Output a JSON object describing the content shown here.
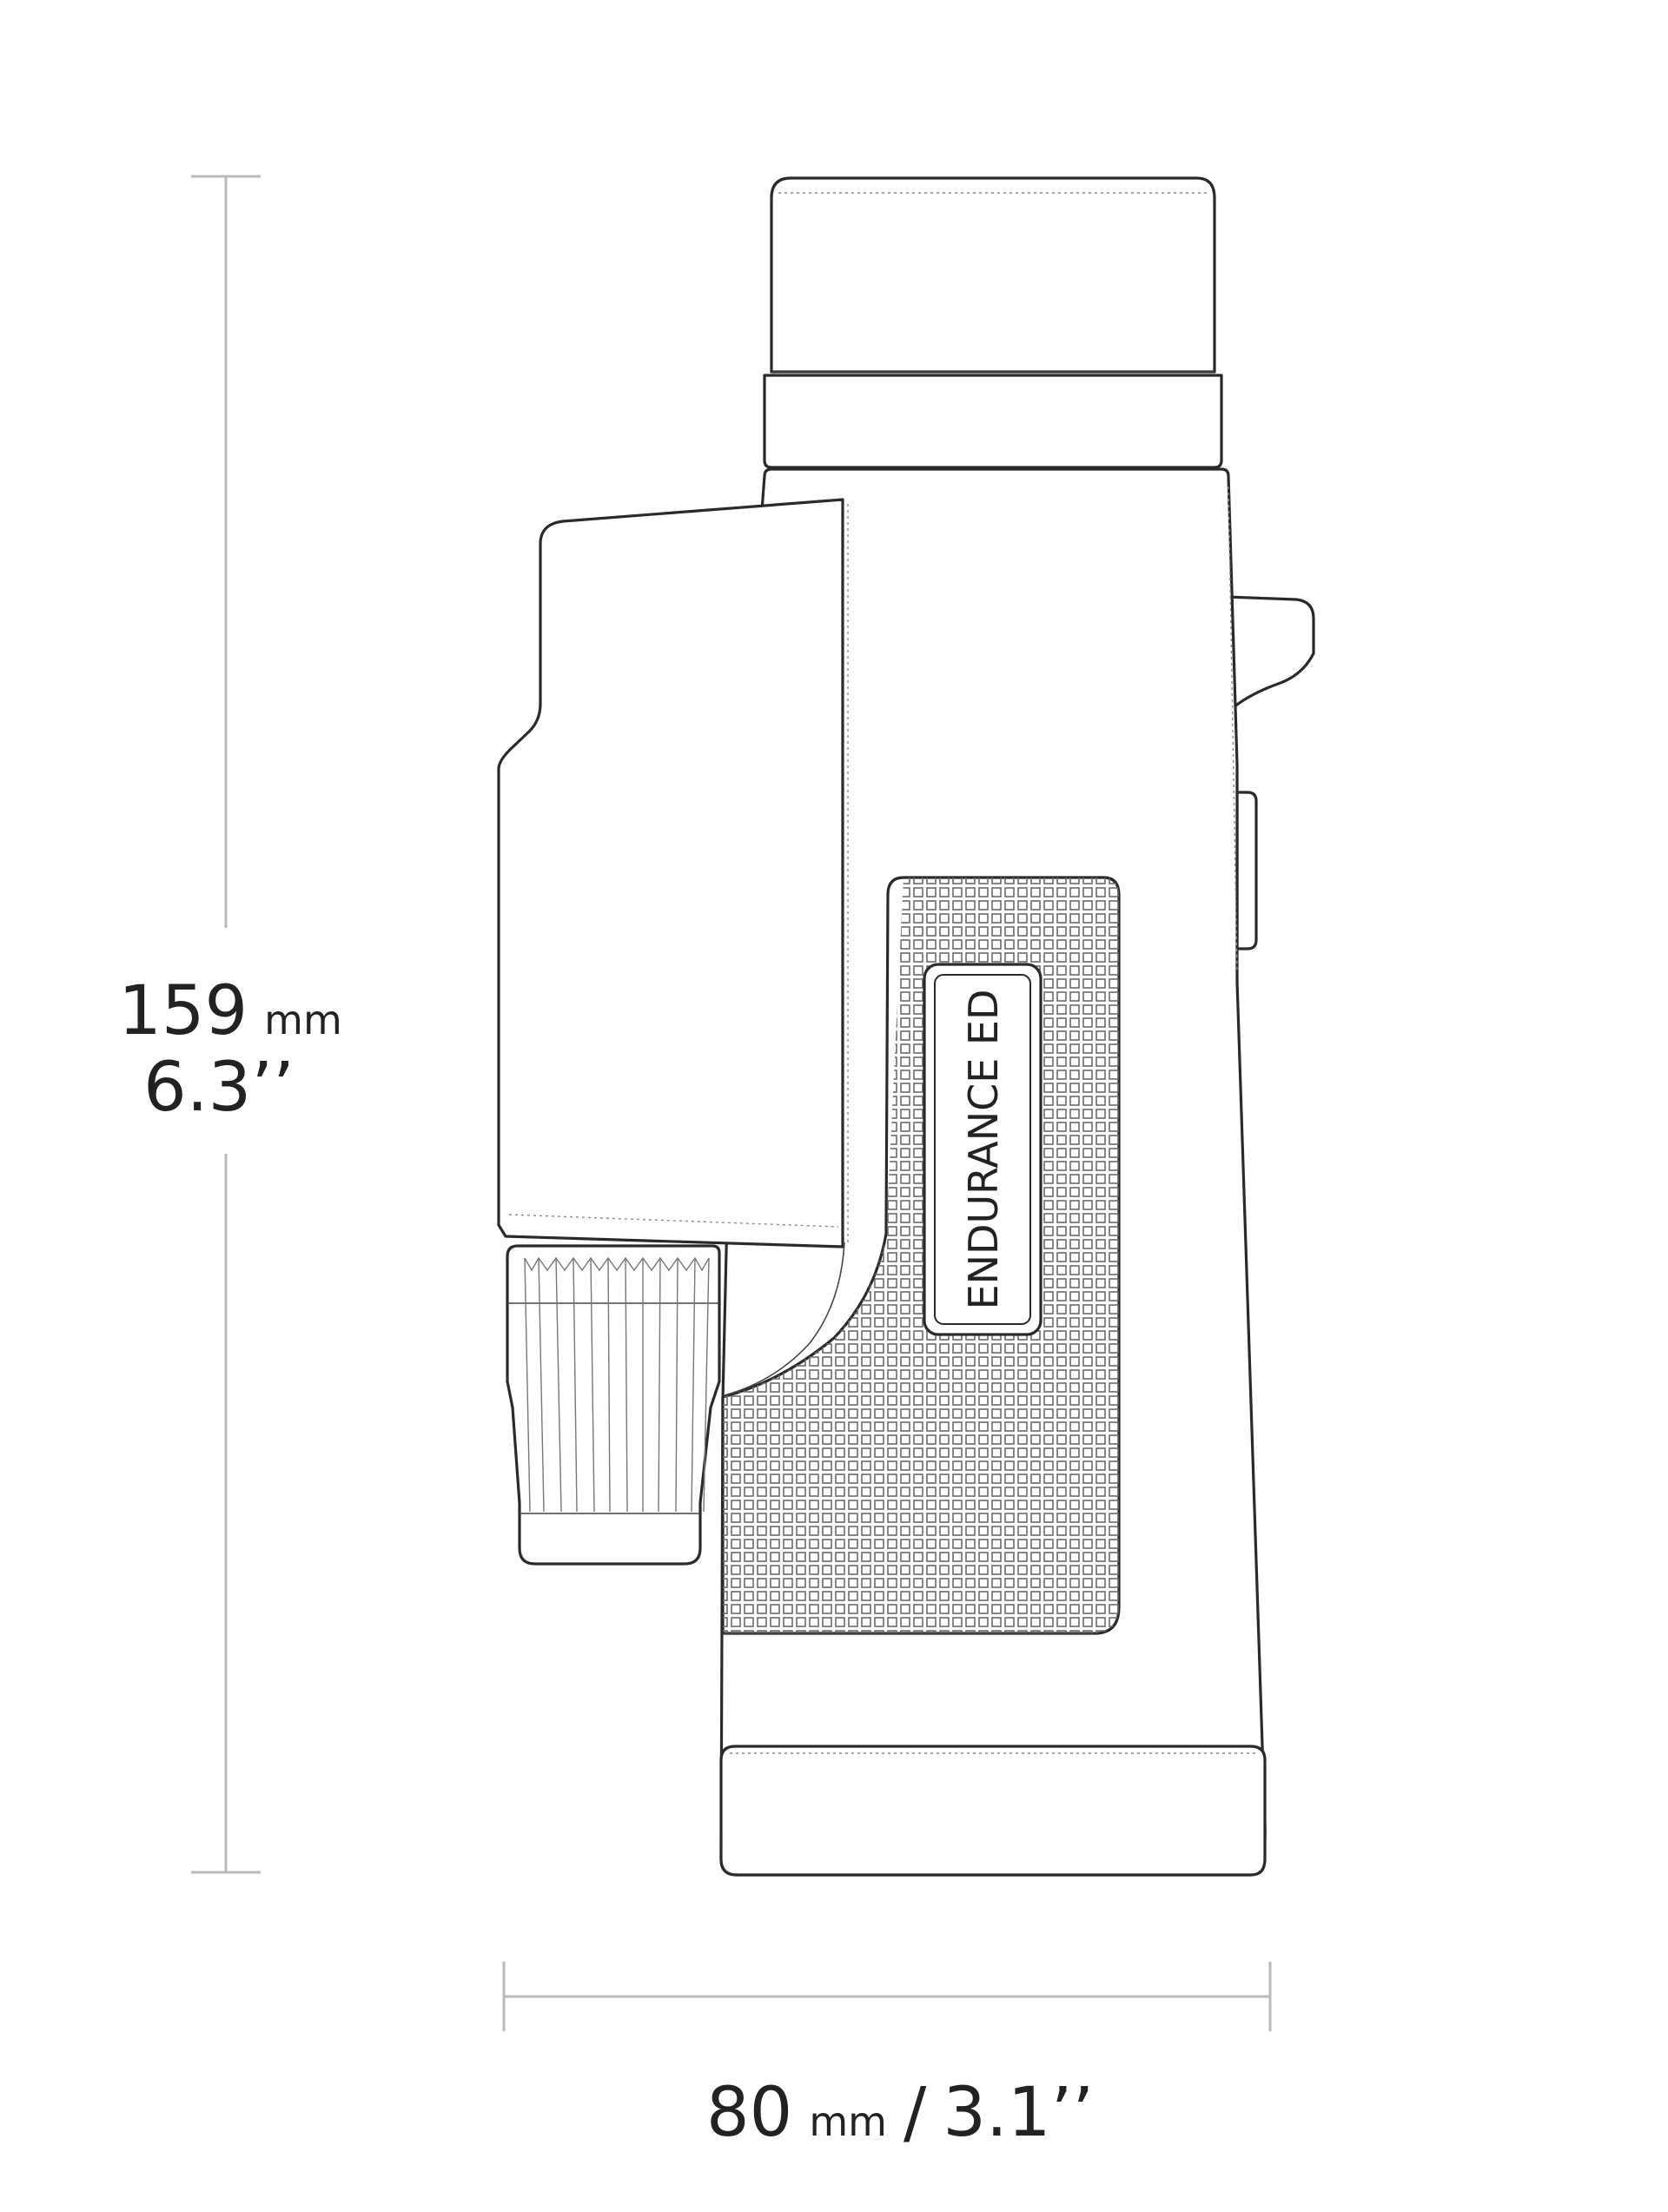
{
  "dimensions": {
    "height": {
      "value": "159",
      "unit": "mm",
      "imperial": "6.3’’"
    },
    "width": {
      "value": "80",
      "unit": "mm",
      "separator": "/",
      "imperial": "3.1’’"
    }
  },
  "product": {
    "label": "ENDURANCE ED"
  },
  "colors": {
    "outline": "#2a2a2a",
    "dimension_line": "#b9b9b9",
    "text": "#222222",
    "background": "#ffffff"
  }
}
